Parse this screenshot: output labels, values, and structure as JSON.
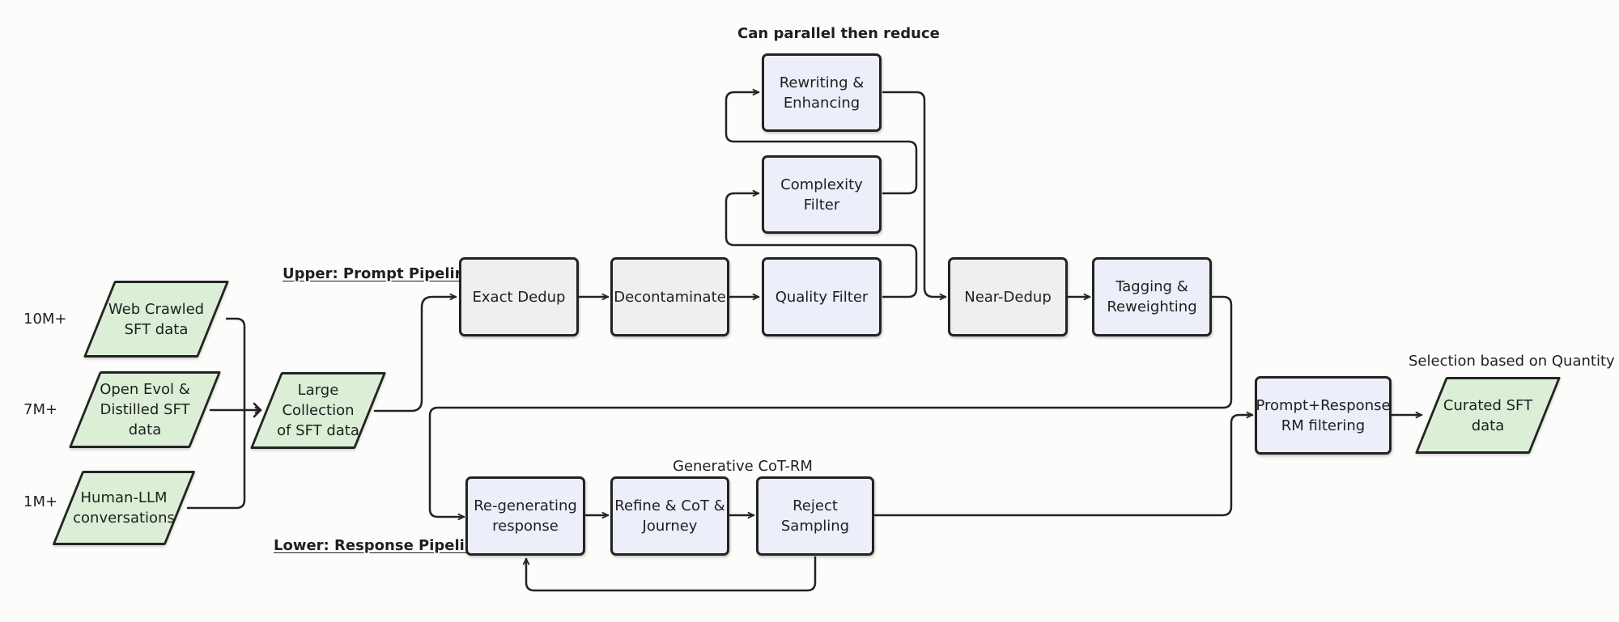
{
  "inputs": [
    {
      "label": "Web Crawled\nSFT data",
      "count": "10M+"
    },
    {
      "label": "Open Evol &\nDistilled SFT\ndata",
      "count": "7M+"
    },
    {
      "label": "Human-LLM\nconversations",
      "count": "1M+"
    }
  ],
  "collection": {
    "label": "Large\nCollection\nof SFT data"
  },
  "upper": {
    "title": "Upper: Prompt Pipeline",
    "parallel_title": "Can parallel then reduce",
    "steps": {
      "exact_dedup": "Exact Dedup",
      "decontaminate": "Decontaminate",
      "quality_filter": "Quality Filter",
      "complexity_filter": "Complexity\nFilter",
      "rewriting": "Rewriting &\nEnhancing",
      "near_dedup": "Near-Dedup",
      "tagging": "Tagging &\nReweighting"
    }
  },
  "lower": {
    "title": "Lower: Response  Pipeline",
    "cot_label": "Generative CoT-RM",
    "steps": {
      "regenerating": "Re-generating\nresponse",
      "refine": "Refine & CoT &\nJourney",
      "reject": "Reject Sampling"
    }
  },
  "rm_filtering": "Prompt+Response\nRM filtering",
  "output": {
    "label": "Curated SFT\ndata",
    "caption": "Selection based on Quantity"
  },
  "colors": {
    "green_fill": "#dcefd6",
    "gray_fill": "#efefee",
    "lavender_fill": "#eceef9",
    "stroke": "#232323"
  }
}
